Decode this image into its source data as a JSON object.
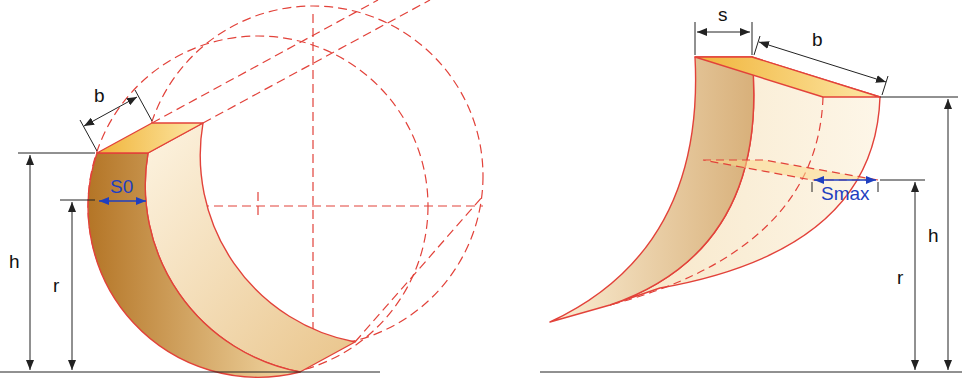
{
  "diagram": {
    "labels": [
      "b",
      "S0",
      "h",
      "r",
      "s",
      "b",
      "Smax",
      "r",
      "h"
    ]
  }
}
